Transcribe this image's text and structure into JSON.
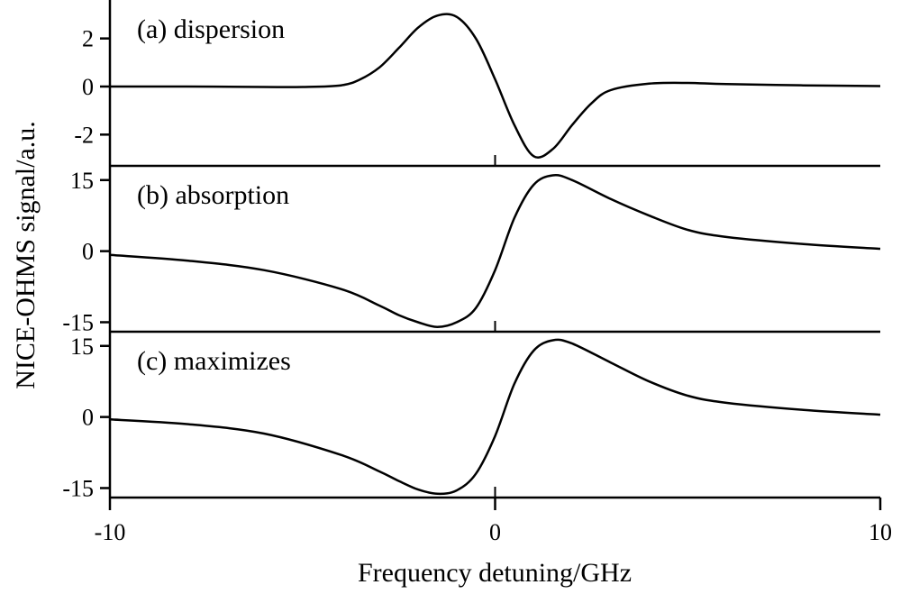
{
  "chart_data": {
    "type": "line",
    "xlabel": "Frequency detuning/GHz",
    "ylabel": "NICE-OHMS signal/a.u.",
    "xlim": [
      -10,
      10
    ],
    "xticks": [
      -10,
      0,
      10
    ],
    "xtick_labels": [
      "-10",
      "0",
      "10"
    ],
    "grid": false,
    "legend": "none",
    "line_color": "#000000",
    "panels": [
      {
        "label": "(a) dispersion",
        "ylim": [
          -3.3,
          3.6
        ],
        "yticks": [
          2,
          0,
          -2
        ],
        "ytick_labels": [
          "2",
          "0",
          "-2"
        ],
        "series": [
          {
            "x": [
              -10,
              -8,
              -6,
              -5,
              -4,
              -3.5,
              -3,
              -2.5,
              -2,
              -1.5,
              -1,
              -0.5,
              0,
              0.5,
              1,
              1.5,
              2,
              2.5,
              3,
              4,
              5,
              6,
              8,
              10
            ],
            "y": [
              0,
              0,
              -0.02,
              -0.02,
              0.05,
              0.3,
              0.8,
              1.6,
              2.45,
              2.95,
              2.9,
              2.0,
              0.3,
              -1.6,
              -2.9,
              -2.6,
              -1.6,
              -0.7,
              -0.15,
              0.12,
              0.15,
              0.1,
              0.05,
              0.02
            ]
          }
        ]
      },
      {
        "label": "(b) absorption",
        "ylim": [
          -17,
          18
        ],
        "yticks": [
          15,
          0,
          -15
        ],
        "ytick_labels": [
          "15",
          "0",
          "-15"
        ],
        "series": [
          {
            "x": [
              -10,
              -8,
              -6,
              -4,
              -3,
              -2.5,
              -2,
              -1.5,
              -1,
              -0.5,
              0,
              0.5,
              1,
              1.5,
              2,
              3,
              4,
              5,
              6,
              8,
              10
            ],
            "y": [
              -0.8,
              -2,
              -4,
              -8,
              -11.5,
              -13.5,
              -15,
              -16,
              -15,
              -12,
              -4,
              7,
              14,
              16,
              15,
              11,
              7.5,
              4.5,
              3,
              1.5,
              0.5
            ]
          }
        ]
      },
      {
        "label": "(c) maximizes",
        "ylim": [
          -17,
          18
        ],
        "yticks": [
          15,
          0,
          -15
        ],
        "ytick_labels": [
          "15",
          "0",
          "-15"
        ],
        "series": [
          {
            "x": [
              -10,
              -8,
              -6,
              -4,
              -3,
              -2.5,
              -2,
              -1.5,
              -1,
              -0.5,
              0,
              0.5,
              1,
              1.5,
              2,
              3,
              4,
              5,
              6,
              8,
              10
            ],
            "y": [
              -0.5,
              -1.5,
              -3.5,
              -8,
              -11.5,
              -13.5,
              -15.3,
              -16.2,
              -15.5,
              -12,
              -4,
              7,
              14,
              16.2,
              15.5,
              11.5,
              7.5,
              4.5,
              3,
              1.5,
              0.5
            ]
          }
        ]
      }
    ]
  }
}
